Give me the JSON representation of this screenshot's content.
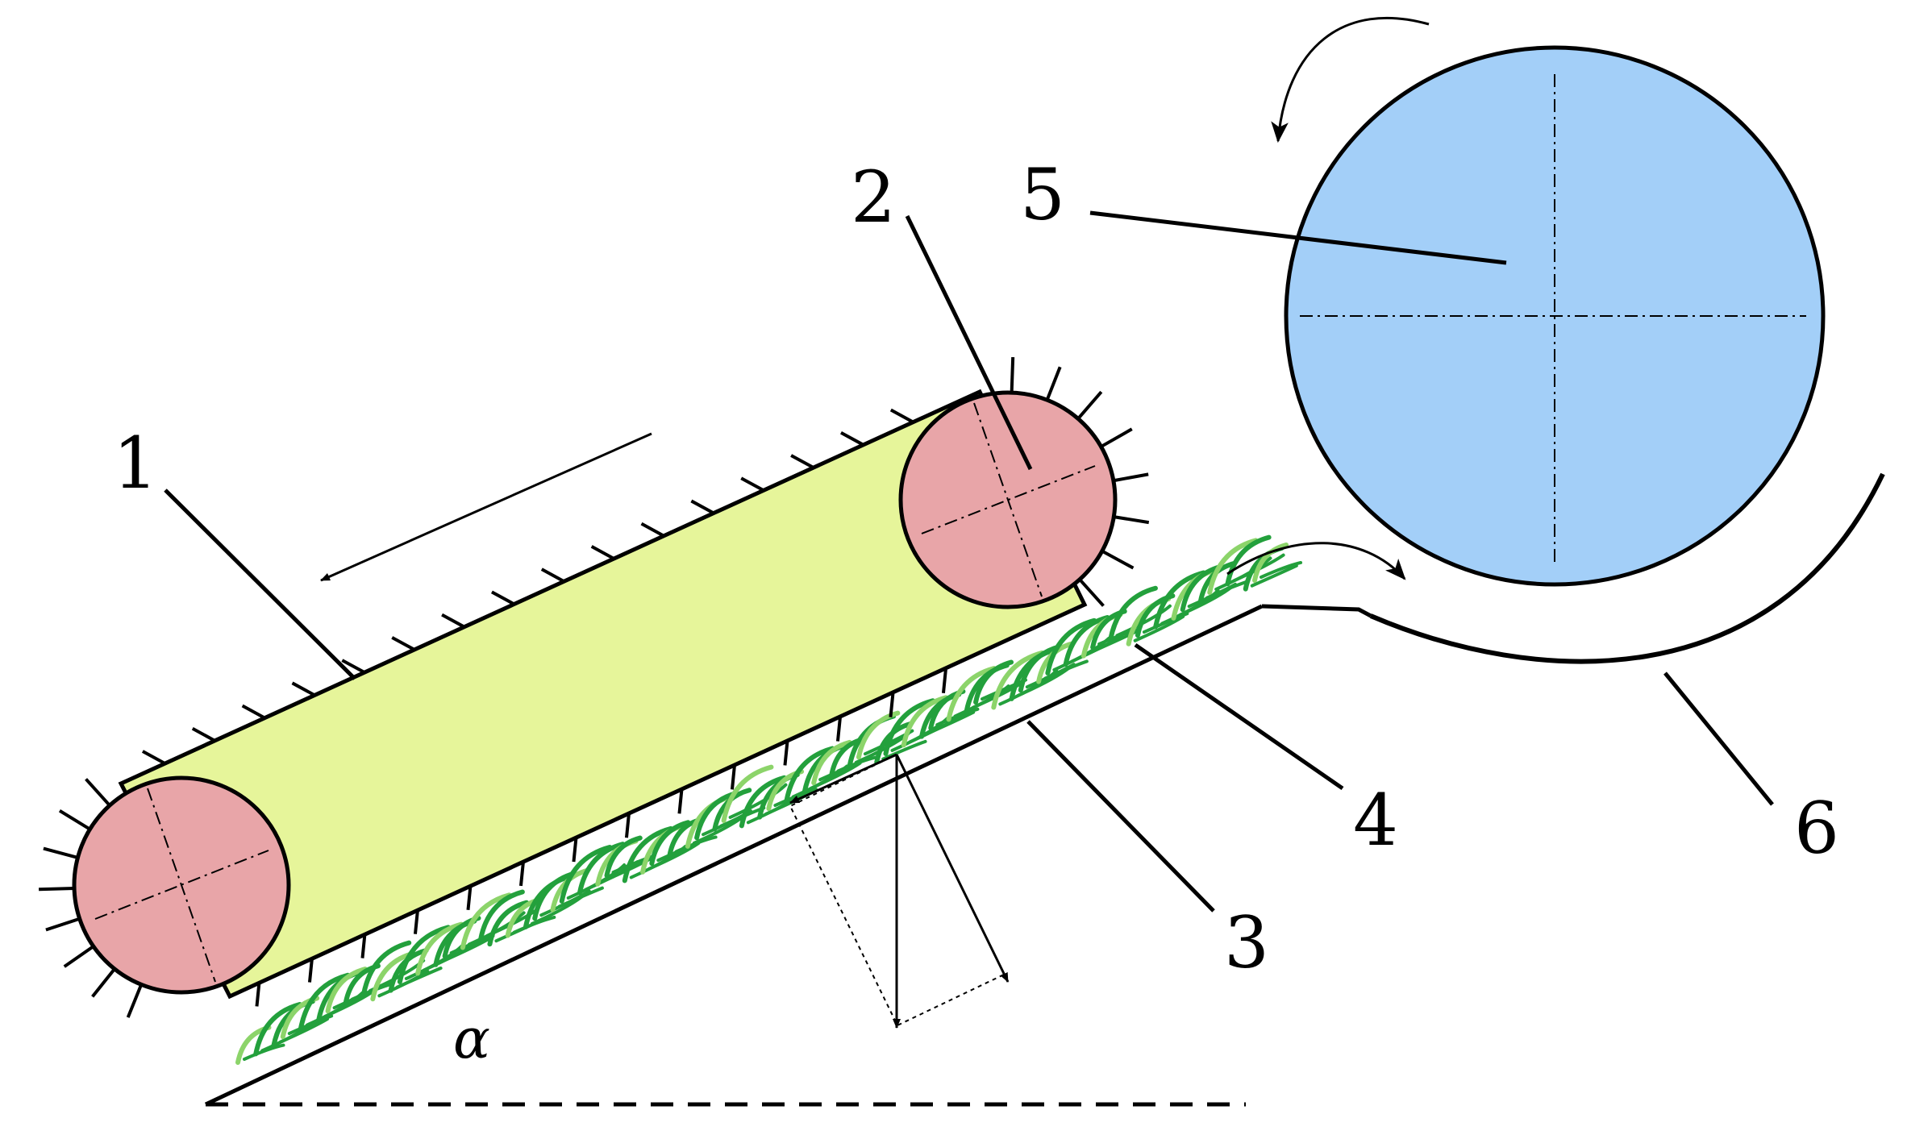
{
  "labels": {
    "belt": "1",
    "drive_roller": "2",
    "tray": "3",
    "grass_layer": "4",
    "drum": "5",
    "concave": "6"
  },
  "angle_symbol": "α",
  "colors": {
    "belt": "#E6F59A",
    "roller": "#E8A5A8",
    "drum": "#A3CFF8",
    "grass_dark": "#23A03C",
    "grass_light": "#8CD46A"
  }
}
